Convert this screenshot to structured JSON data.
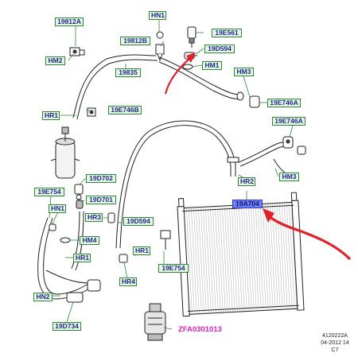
{
  "callouts": {
    "c19812A": "19812A",
    "hn1_top": "HN1",
    "c19812B": "19812B",
    "c19E561": "19E561",
    "c19D594_top": "19D594",
    "hm1": "HM1",
    "hm2": "HM2",
    "c19835": "19835",
    "hm3_top": "HM3",
    "hr1_left": "HR1",
    "c19E746B": "19E746B",
    "c19E746A_1": "19E746A",
    "c19E746A_2": "19E746A",
    "c19D702": "19D702",
    "c19E754_left": "19E754",
    "c19D701": "19D701",
    "hm3_right": "HM3",
    "hr2": "HR2",
    "c19A704": "19A704",
    "hn1_left": "HN1",
    "hr3": "HR3",
    "c19D594_mid": "19D594",
    "hm4": "HM4",
    "hr1_mid": "HR1",
    "hr1_low": "HR1",
    "c19E754_mid": "19E754",
    "hr4": "HR4",
    "hn2": "HN2",
    "c19D734": "19D734"
  },
  "part_number": "ZFA0301013",
  "reference": {
    "code": "4120222A",
    "date": "04-2012 14",
    "sheet": "C7"
  },
  "colors": {
    "callout_border": "#2a8a35",
    "callout_fill": "#e8f6e4",
    "callout_text": "#1a2a8c",
    "selected_fill": "#6f7ff0",
    "highlight_arrow": "#e0222a",
    "part_number_text": "#e020c0"
  }
}
